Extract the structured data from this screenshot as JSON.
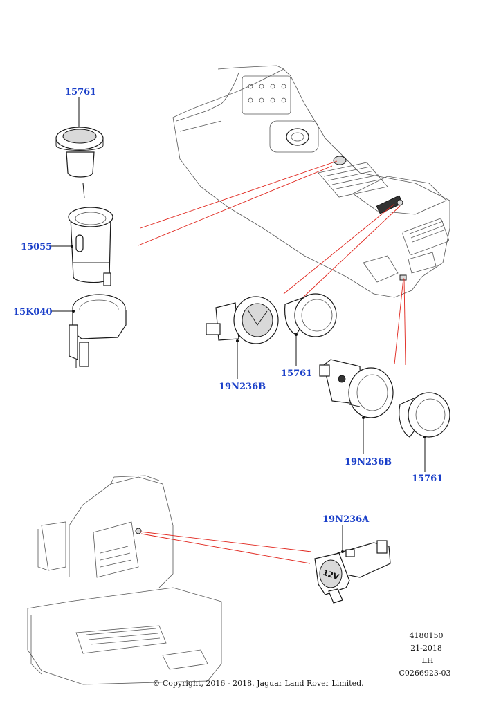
{
  "callouts": {
    "c1": "15761",
    "c2": "15055",
    "c3": "15K040",
    "c4": "19N236B",
    "c5": "15761",
    "c6": "19N236B",
    "c7": "15761",
    "c8": "19N236A"
  },
  "part_marking": "12V",
  "info_block": {
    "ref_number": "4180150",
    "date_code": "21-2018",
    "side": "LH",
    "illustration_code": "C0266923-03"
  },
  "copyright": "© Copyright, 2016 - 2018. Jaguar Land Rover Limited."
}
